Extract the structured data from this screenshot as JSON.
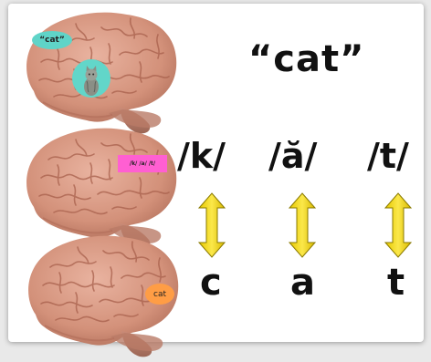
{
  "brains": {
    "top_tag": "“cat”",
    "middle_tag": "/k/ /a/ /t/",
    "bottom_tag": "cat",
    "top_image": "cat-photo-icon"
  },
  "word": "“cat”",
  "phonemes": [
    "/k/",
    "/ă/",
    "/t/"
  ],
  "letters": [
    "c",
    "a",
    "t"
  ],
  "colors": {
    "brain": "#d99c86",
    "teal_tag": "#5fd4c8",
    "pink_tag": "#ff5fd2",
    "orange_tag": "#ff9d45",
    "arrow": "#f2dc1c"
  }
}
